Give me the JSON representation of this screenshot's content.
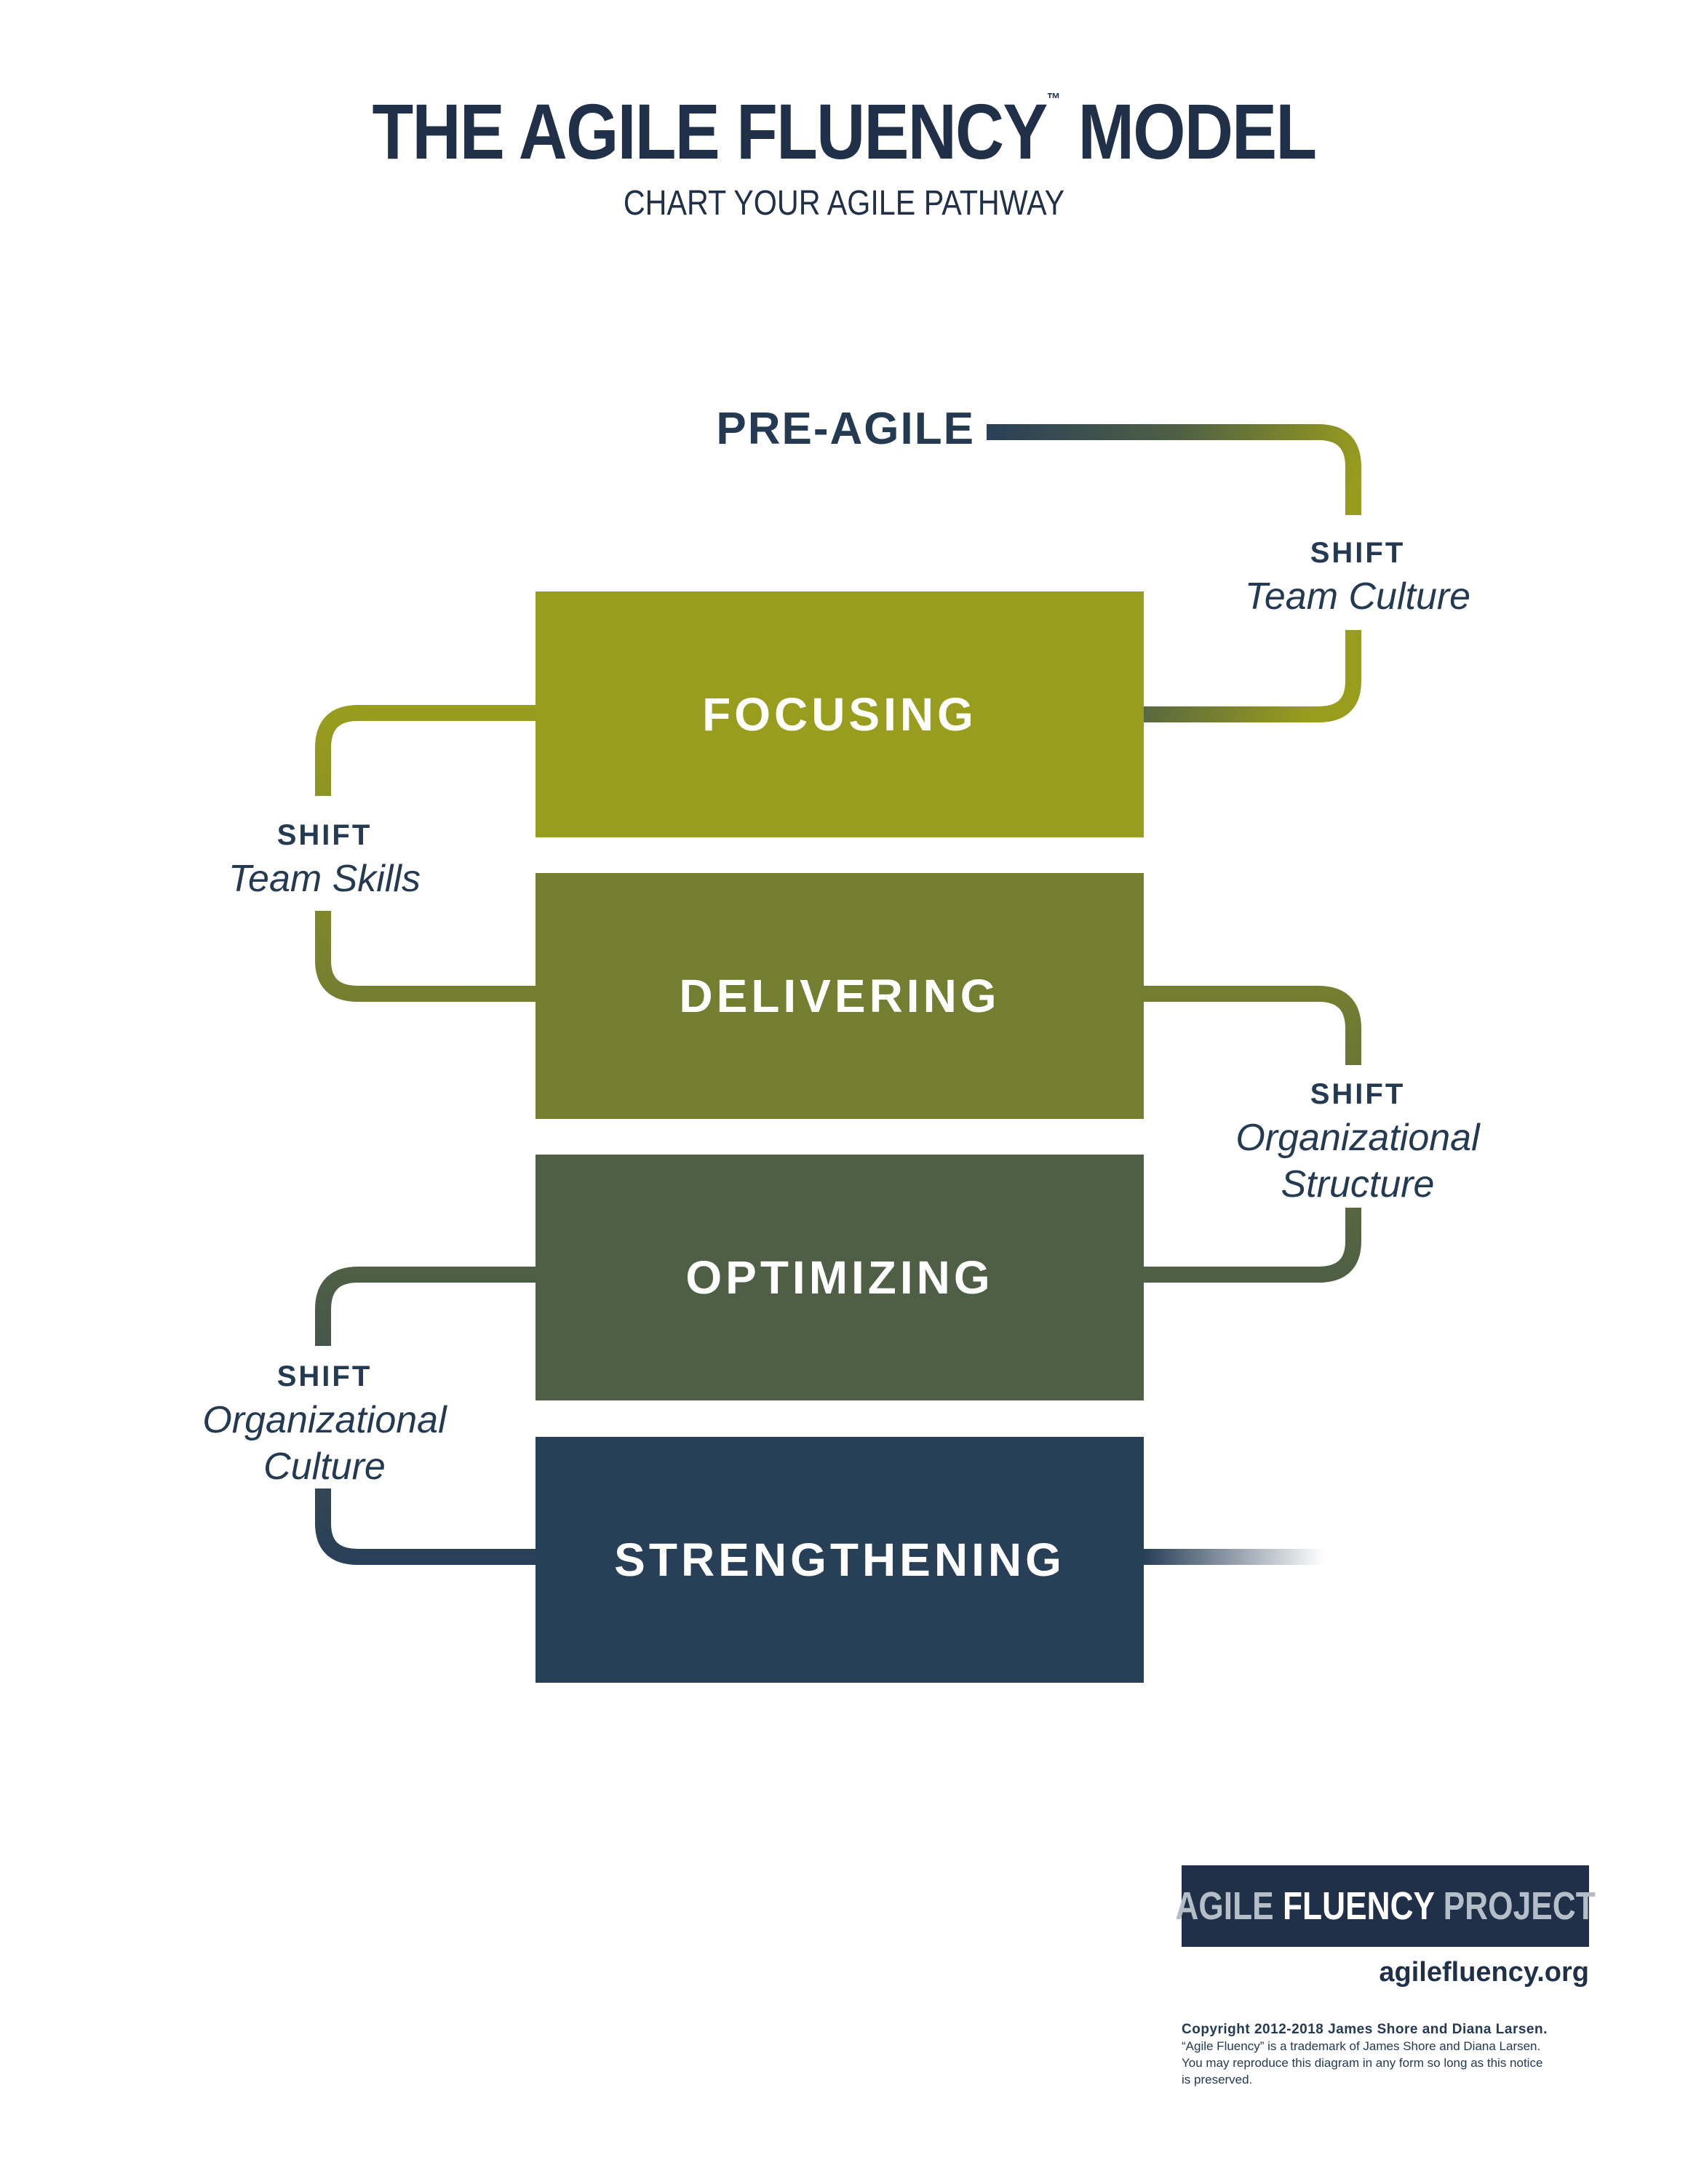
{
  "header": {
    "title": "THE AGILE FLUENCY",
    "title_mark": "™",
    "title_end": "MODEL",
    "subtitle": "CHART YOUR AGILE PATHWAY"
  },
  "start_label": "PRE-AGILE",
  "stages": [
    {
      "label": "FOCUSING",
      "color": "#999d1d"
    },
    {
      "label": "DELIVERING",
      "color": "#747e30"
    },
    {
      "label": "OPTIMIZING",
      "color": "#4e5f45"
    },
    {
      "label": "STRENGTHENING",
      "color": "#283f58"
    }
  ],
  "shifts": [
    {
      "keyword": "SHIFT",
      "lines": [
        "Team Culture"
      ]
    },
    {
      "keyword": "SHIFT",
      "lines": [
        "Team Skills"
      ]
    },
    {
      "keyword": "SHIFT",
      "lines": [
        "Organizational",
        "Structure"
      ]
    },
    {
      "keyword": "SHIFT",
      "lines": [
        "Organizational",
        "Culture"
      ]
    }
  ],
  "footer": {
    "logo_word1": "AGILE",
    "logo_word2": "FLUENCY",
    "logo_word3": "PROJECT",
    "website": "agilefluency.org",
    "copyright_lines": [
      "Copyright 2012-2018 James Shore and Diana Larsen.",
      "“Agile Fluency” is a trademark of James Shore and Diana Larsen.",
      "You may reproduce this diagram in any form so long as this notice",
      "is preserved."
    ]
  },
  "colors": {
    "navy": "#283f58",
    "focusing": "#999d1d",
    "delivering": "#747e30",
    "optimizing": "#4e5f45",
    "strengthening": "#283f58"
  }
}
